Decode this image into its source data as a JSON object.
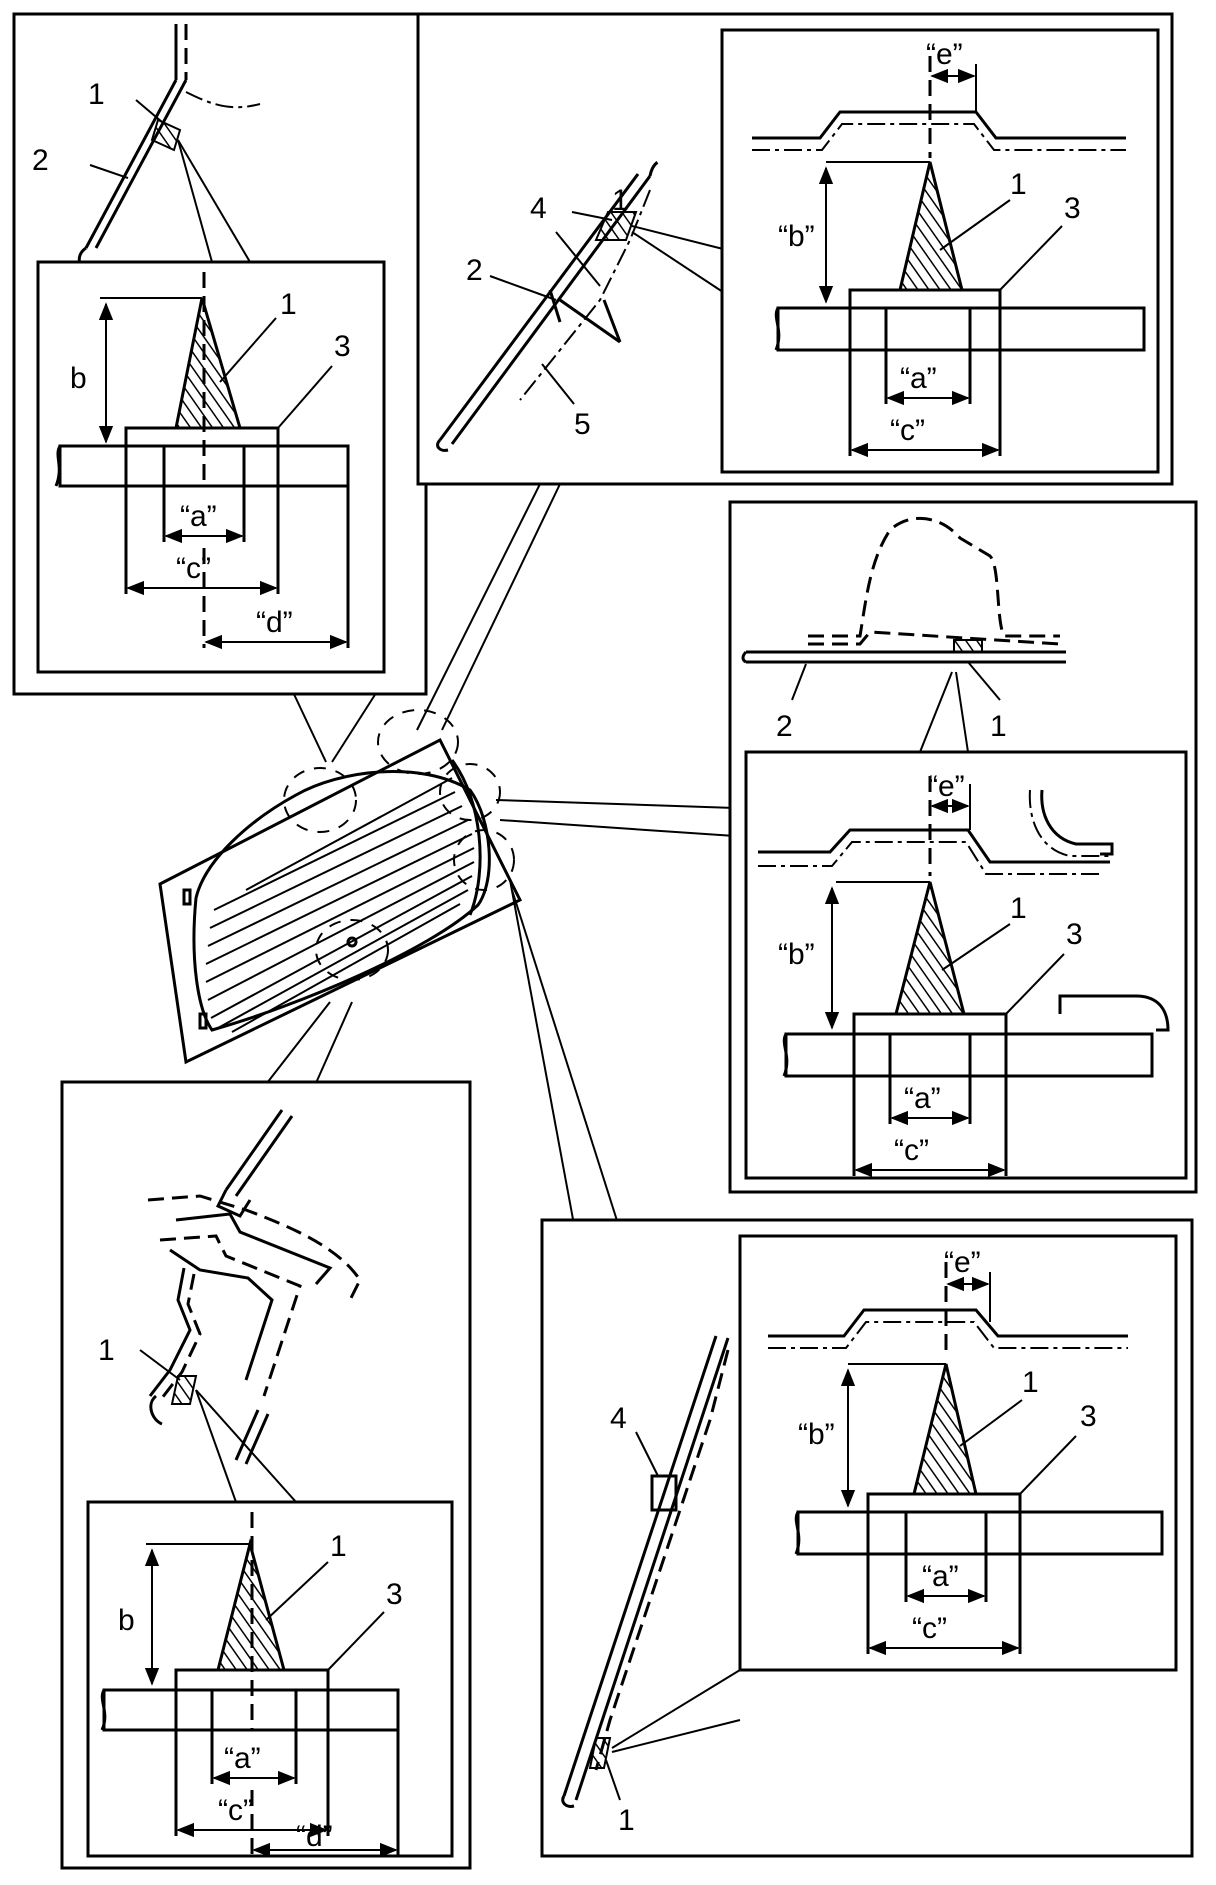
{
  "labels": {
    "n1": "1",
    "n2": "2",
    "n3": "3",
    "n4": "4",
    "n5": "5",
    "a": "“a”",
    "b_plain": "b",
    "b_quoted": "“b”",
    "c": "“c”",
    "d": "“d”",
    "e": "“e”"
  }
}
